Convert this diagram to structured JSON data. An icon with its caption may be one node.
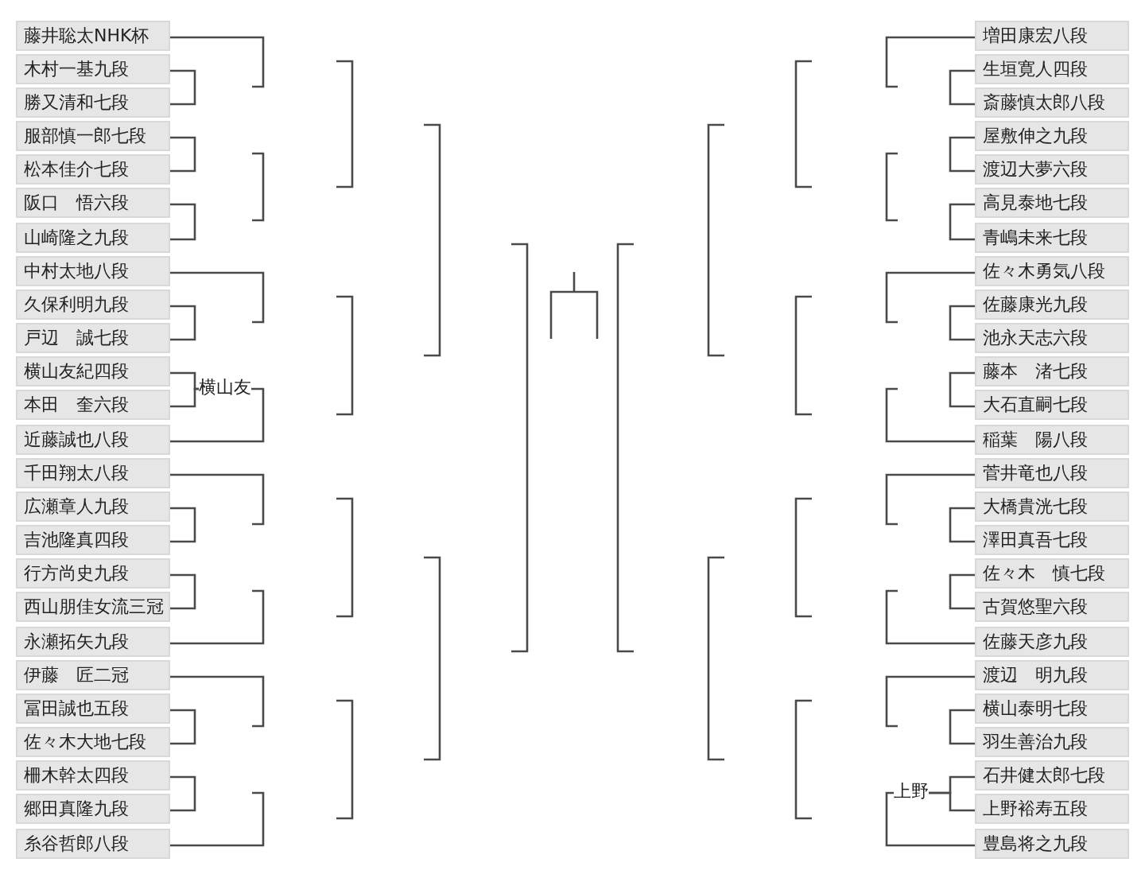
{
  "diagram": {
    "nodes": [
      {
        "text": [
          "藤井聡太NHK杯"
        ]
      },
      {
        "text": [
          "木村一基九段"
        ]
      },
      {
        "text": [
          "勝又清和七段"
        ]
      },
      {
        "text": [
          "服部慎一郎七段"
        ]
      },
      {
        "text": [
          "松本佳介七段"
        ]
      },
      {
        "text": [
          "阪口　悟六段"
        ]
      },
      {
        "text": [
          "山崎隆之九段"
        ]
      },
      {
        "text": [
          "中村太地八段"
        ]
      },
      {
        "text": [
          "久保利明九段"
        ]
      },
      {
        "text": [
          "戸辺　誠七段"
        ]
      },
      {
        "text": [
          "横山友紀四段"
        ]
      },
      {
        "text": [
          "本田　奎六段"
        ]
      },
      {
        "text": [
          "横山友"
        ]
      },
      {
        "text": [
          "近藤誠也八段"
        ]
      },
      {
        "text": [
          "千田翔太八段"
        ]
      },
      {
        "text": [
          "広瀬章人九段"
        ]
      },
      {
        "text": [
          "吉池隆真四段"
        ]
      },
      {
        "text": [
          "行方尚史九段"
        ]
      },
      {
        "text": [
          "西山朋佳女流三冠"
        ]
      },
      {
        "text": [
          "永瀬拓矢九段"
        ]
      },
      {
        "text": [
          "伊藤　匠二冠"
        ]
      },
      {
        "text": [
          "冨田誠也五段"
        ]
      },
      {
        "text": [
          "佐々木大地七段"
        ]
      },
      {
        "text": [
          "柵木幹太四段"
        ]
      },
      {
        "text": [
          "郷田真隆九段"
        ]
      },
      {
        "text": [
          "糸谷哲郎八段"
        ]
      },
      {
        "text": [
          "増田康宏八段"
        ]
      },
      {
        "text": [
          "生垣寛人四段"
        ]
      },
      {
        "text": [
          "斎藤慎太郎八段"
        ]
      },
      {
        "text": [
          "屋敷伸之九段"
        ]
      },
      {
        "text": [
          "渡辺大夢六段"
        ]
      },
      {
        "text": [
          "高見泰地七段"
        ]
      },
      {
        "text": [
          "青嶋未来七段"
        ]
      },
      {
        "text": [
          "佐々木勇気八段"
        ]
      },
      {
        "text": [
          "佐藤康光九段"
        ]
      },
      {
        "text": [
          "池永天志六段"
        ]
      },
      {
        "text": [
          "藤本　渚七段"
        ]
      },
      {
        "text": [
          "大石直嗣七段"
        ]
      },
      {
        "text": [
          "稲葉　陽八段"
        ]
      },
      {
        "text": [
          "菅井竜也八段"
        ]
      },
      {
        "text": [
          "大橋貴洸七段"
        ]
      },
      {
        "text": [
          "澤田真吾七段"
        ]
      },
      {
        "text": [
          "佐々木　慎七段"
        ]
      },
      {
        "text": [
          "古賀悠聖六段"
        ]
      },
      {
        "text": [
          "佐藤天彦九段"
        ]
      },
      {
        "text": [
          "渡辺　明九段"
        ]
      },
      {
        "text": [
          "横山泰明七段"
        ]
      },
      {
        "text": [
          "羽生善治九段"
        ]
      },
      {
        "text": [
          "石井健太郎七段"
        ]
      },
      {
        "text": [
          "上野裕寿五段"
        ]
      },
      {
        "text": [
          "上野"
        ]
      },
      {
        "text": [
          "豊島将之九段"
        ]
      }
    ],
    "edges": [
      {
        "from": 0,
        "to": null,
        "arrow": "none"
      },
      {
        "from": 1,
        "to": 2,
        "arrow": "none"
      },
      {
        "from": 3,
        "to": 4,
        "arrow": "none"
      },
      {
        "from": 5,
        "to": 6,
        "arrow": "none"
      },
      {
        "from": 7,
        "to": null,
        "arrow": "none"
      },
      {
        "from": 8,
        "to": 9,
        "arrow": "none"
      },
      {
        "from": 10,
        "to": 12,
        "arrow": "none"
      },
      {
        "from": 11,
        "to": 12,
        "arrow": "none"
      },
      {
        "from": 12,
        "to": 13,
        "arrow": "none"
      },
      {
        "from": 14,
        "to": null,
        "arrow": "none"
      },
      {
        "from": 15,
        "to": 16,
        "arrow": "none"
      },
      {
        "from": 17,
        "to": 18,
        "arrow": "none"
      },
      {
        "from": 19,
        "to": null,
        "arrow": "none"
      },
      {
        "from": 20,
        "to": null,
        "arrow": "none"
      },
      {
        "from": 21,
        "to": 22,
        "arrow": "none"
      },
      {
        "from": 23,
        "to": 24,
        "arrow": "none"
      },
      {
        "from": 25,
        "to": null,
        "arrow": "none"
      },
      {
        "from": 26,
        "to": null,
        "arrow": "none"
      },
      {
        "from": 27,
        "to": 28,
        "arrow": "none"
      },
      {
        "from": 29,
        "to": 30,
        "arrow": "none"
      },
      {
        "from": 31,
        "to": 32,
        "arrow": "none"
      },
      {
        "from": 33,
        "to": null,
        "arrow": "none"
      },
      {
        "from": 34,
        "to": 35,
        "arrow": "none"
      },
      {
        "from": 36,
        "to": 37,
        "arrow": "none"
      },
      {
        "from": 38,
        "to": null,
        "arrow": "none"
      },
      {
        "from": 39,
        "to": null,
        "arrow": "none"
      },
      {
        "from": 40,
        "to": 41,
        "arrow": "none"
      },
      {
        "from": 42,
        "to": 43,
        "arrow": "none"
      },
      {
        "from": 44,
        "to": null,
        "arrow": "none"
      },
      {
        "from": 45,
        "to": null,
        "arrow": "none"
      },
      {
        "from": 46,
        "to": 47,
        "arrow": "none"
      },
      {
        "from": 48,
        "to": 50,
        "arrow": "none"
      },
      {
        "from": 49,
        "to": 50,
        "arrow": "none"
      },
      {
        "from": 50,
        "to": 51,
        "arrow": "none"
      }
    ]
  }
}
